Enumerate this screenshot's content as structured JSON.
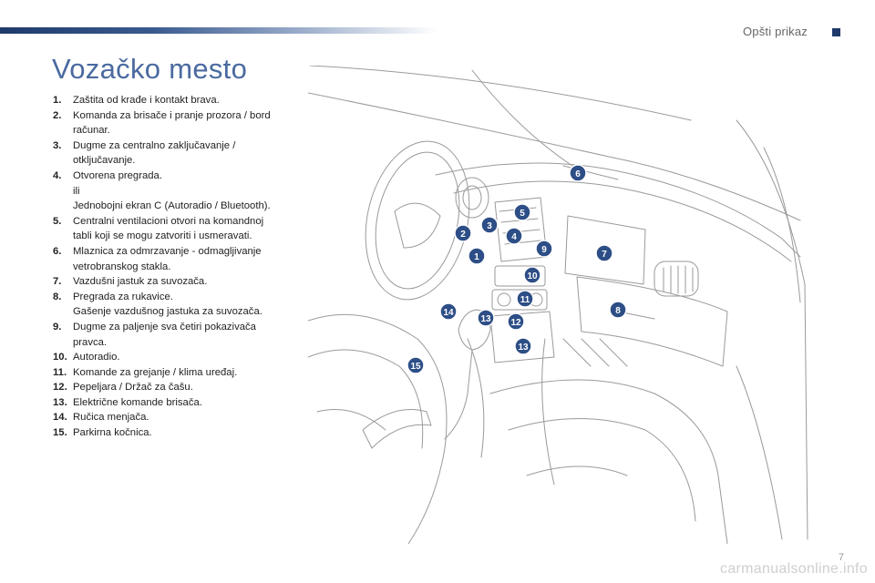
{
  "header": {
    "section_label": "Opšti prikaz",
    "title": "Vozačko mesto"
  },
  "legend": [
    {
      "num": "1.",
      "lines": [
        "Zaštita od krađe i kontakt brava."
      ]
    },
    {
      "num": "2.",
      "lines": [
        "Komanda za brisače i pranje prozora / bord",
        "računar."
      ]
    },
    {
      "num": "3.",
      "lines": [
        "Dugme za centralno zaključavanje /",
        "otključavanje."
      ]
    },
    {
      "num": "4.",
      "lines": [
        "Otvorena pregrada.",
        "ili",
        "Jednobojni ekran C (Autoradio / Bluetooth)."
      ]
    },
    {
      "num": "5.",
      "lines": [
        "Centralni ventilacioni otvori na komandnoj",
        "tabli koji se mogu zatvoriti i usmeravati."
      ]
    },
    {
      "num": "6.",
      "lines": [
        "Mlaznica za odmrzavanje - odmagljivanje",
        "vetrobranskog stakla."
      ]
    },
    {
      "num": "7.",
      "lines": [
        "Vazdušni jastuk za suvozača."
      ]
    },
    {
      "num": "8.",
      "lines": [
        "Pregrada za rukavice.",
        "Gašenje vazdušnog jastuka za suvozača."
      ]
    },
    {
      "num": "9.",
      "lines": [
        "Dugme za paljenje sva četiri pokazivača",
        "pravca."
      ]
    },
    {
      "num": "10.",
      "lines": [
        "Autoradio."
      ]
    },
    {
      "num": "11.",
      "lines": [
        "Komande za grejanje / klima uređaj."
      ]
    },
    {
      "num": "12.",
      "lines": [
        "Pepeljara / Držač za čašu."
      ]
    },
    {
      "num": "13.",
      "lines": [
        "Električne komande brisača."
      ]
    },
    {
      "num": "14.",
      "lines": [
        "Ručica menjača."
      ]
    },
    {
      "num": "15.",
      "lines": [
        "Parkirna kočnica."
      ]
    }
  ],
  "figure": {
    "markers": [
      "1",
      "2",
      "3",
      "4",
      "5",
      "6",
      "7",
      "8",
      "9",
      "10",
      "11",
      "12",
      "13",
      "13",
      "14",
      "15"
    ],
    "colors": {
      "marker_fill": "#2d4e86",
      "line": "#9a9a9a",
      "title": "#4a6aa0",
      "bar": "#1f3a6b"
    }
  },
  "footer": {
    "page_number": "7",
    "watermark": "carmanualsonline.info"
  }
}
